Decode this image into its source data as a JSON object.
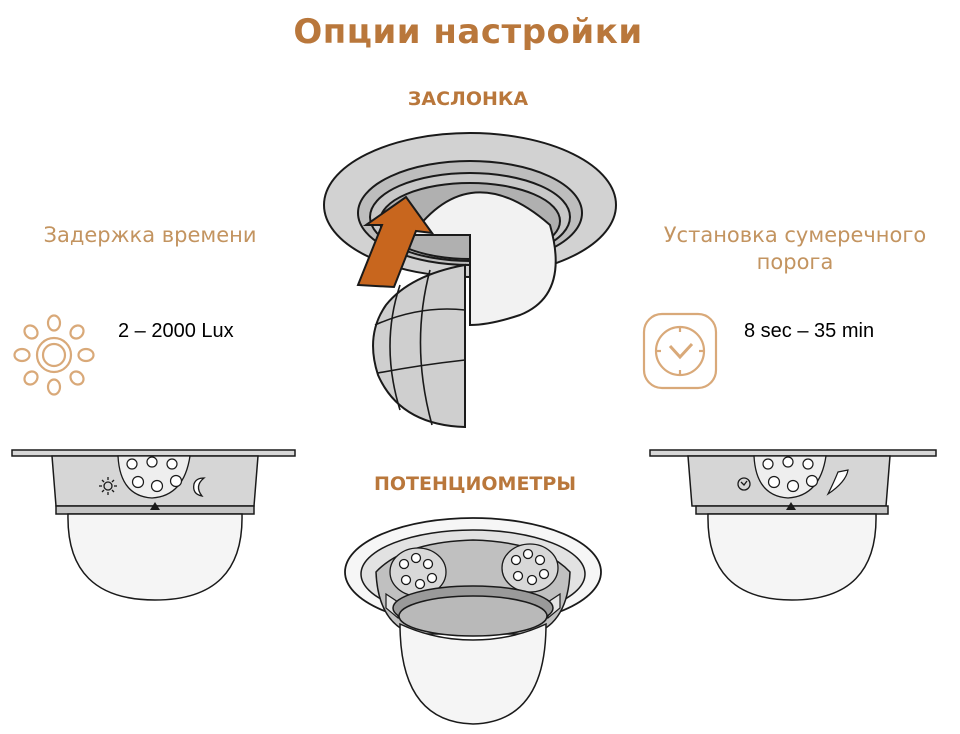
{
  "title": "Опции настройки",
  "sections": {
    "shutter": "ЗАСЛОНКА",
    "potentiometers": "ПОТЕНЦИОМЕТРЫ"
  },
  "left": {
    "label": "Задержка времени",
    "value": "2 – 2000 Lux",
    "icon": "sun-icon"
  },
  "right": {
    "label_line1": "Установка сумеречного",
    "label_line2": "порога",
    "value": "8 sec – 35 min",
    "icon": "clock-icon"
  },
  "colors": {
    "accent": "#b9773b",
    "label": "#c39460",
    "arrow": "#c8661e",
    "housing": "#d0d0d0",
    "outline": "#1a1a1a"
  }
}
